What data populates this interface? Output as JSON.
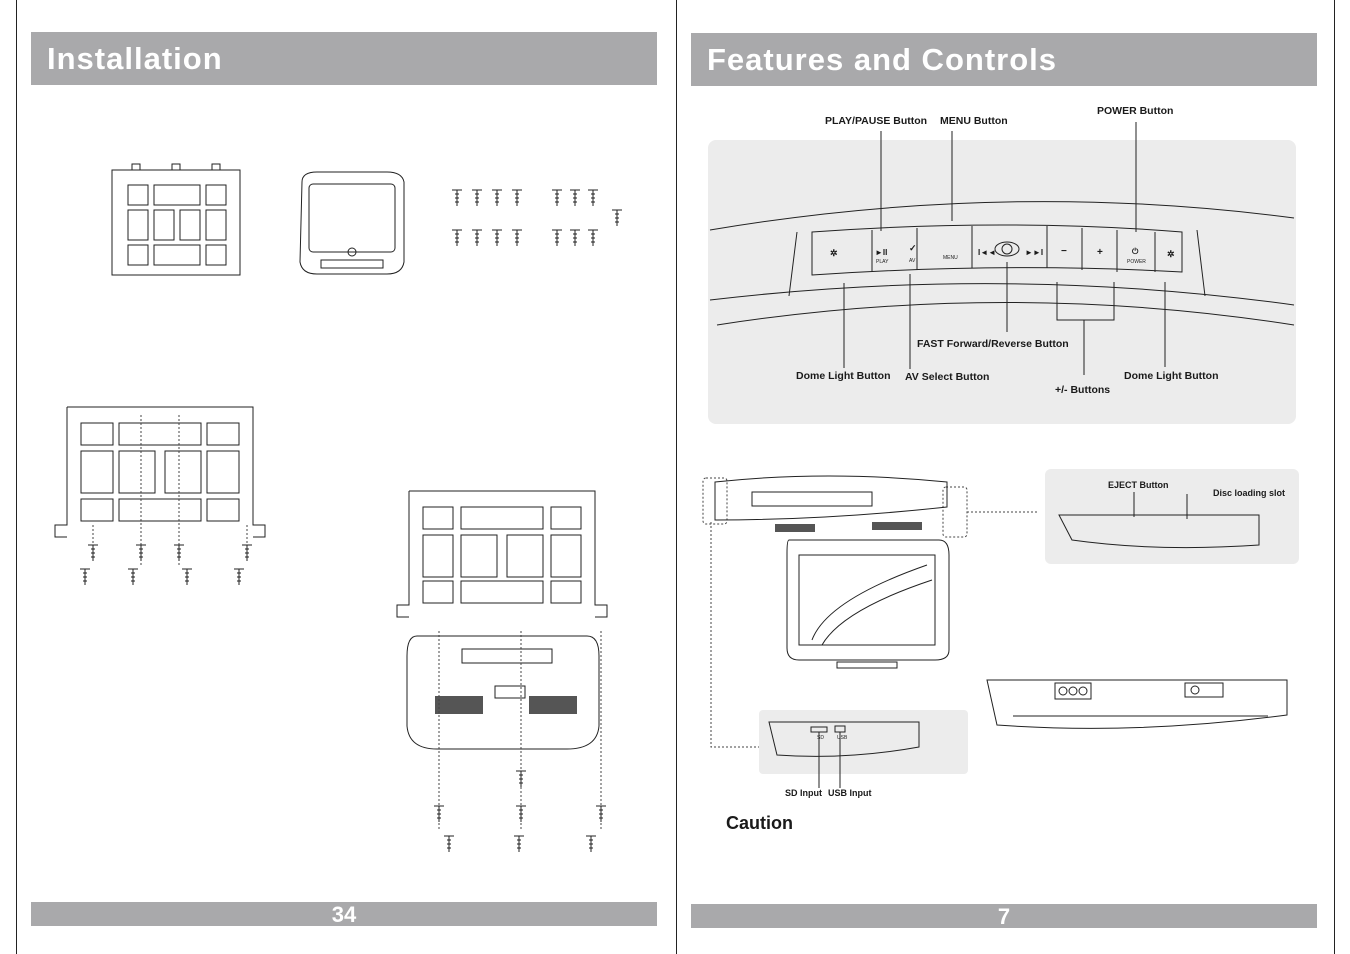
{
  "left_page": {
    "title": "Installation",
    "page_number": "34"
  },
  "right_page": {
    "title": "Features and Controls",
    "page_number": "7",
    "callouts": {
      "play_pause": "PLAY/PAUSE Button",
      "menu": "MENU Button",
      "power": "POWER Button",
      "fast_forward_reverse": "FAST Forward/Reverse Button",
      "dome_light_left": "Dome Light Button",
      "av_select": "AV Select Button",
      "plus_minus": "+/- Buttons",
      "dome_light_right": "Dome Light Button",
      "eject": "EJECT Button",
      "disc_slot": "Disc loading slot",
      "sd_input": "SD Input",
      "usb_input": "USB Input"
    },
    "button_marks": {
      "play": "PLAY",
      "av": "AV",
      "menu": "MENU",
      "power": "POWER",
      "sd": "SD",
      "usb": "USB"
    },
    "caution": "Caution"
  },
  "colors": {
    "header_bar": "#a9a9ab",
    "panel_bg": "#ececec",
    "line": "#222222"
  }
}
